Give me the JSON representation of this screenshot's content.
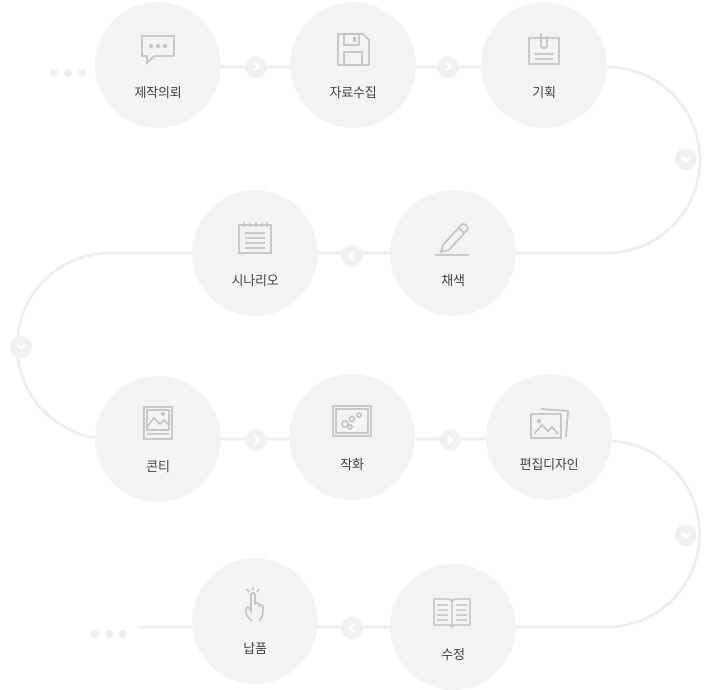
{
  "steps": [
    {
      "label": "제작의뢰",
      "icon": "speech-bubble-icon"
    },
    {
      "label": "자료수집",
      "icon": "floppy-disk-icon"
    },
    {
      "label": "기획",
      "icon": "clipboard-icon"
    },
    {
      "label": "채색",
      "icon": "pen-icon"
    },
    {
      "label": "시나리오",
      "icon": "notepad-icon"
    },
    {
      "label": "콘티",
      "icon": "picture-frame-icon"
    },
    {
      "label": "작화",
      "icon": "drawing-board-icon"
    },
    {
      "label": "편집디자인",
      "icon": "photos-icon"
    },
    {
      "label": "수정",
      "icon": "open-book-icon"
    },
    {
      "label": "납품",
      "icon": "tap-hand-icon"
    }
  ],
  "colors": {
    "circle": "#f3f3f3",
    "line": "#eeeeee",
    "icon": "#c4c4c4",
    "text": "#444444"
  }
}
